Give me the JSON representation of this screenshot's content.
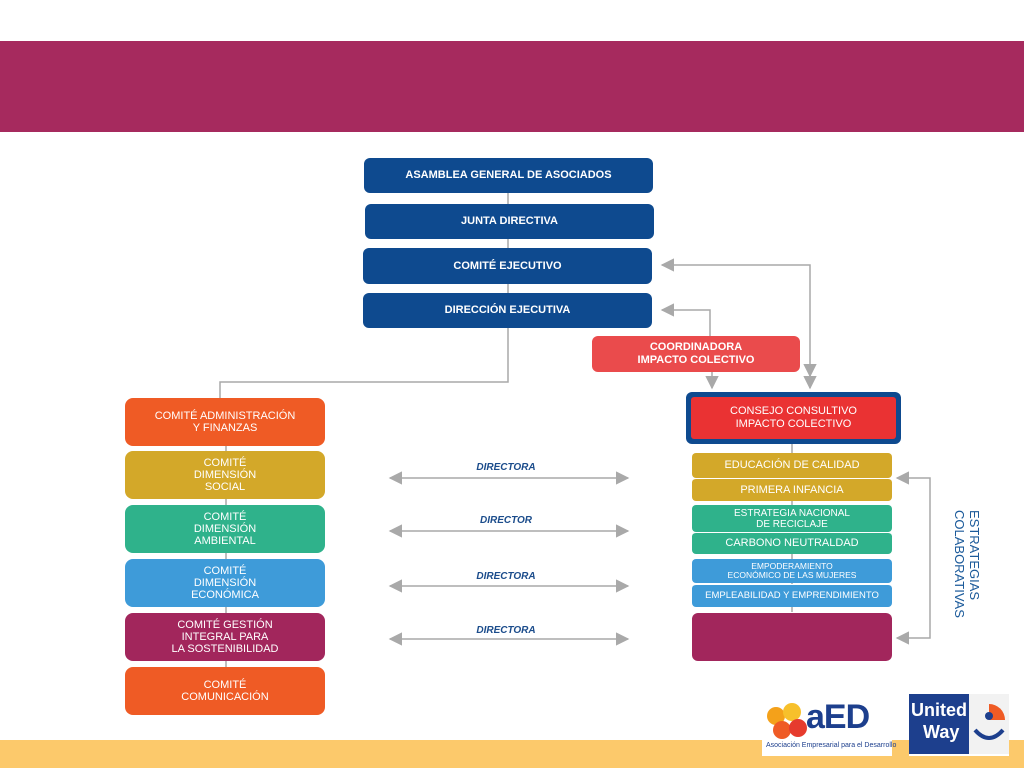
{
  "colors": {
    "banner": "#a62a5e",
    "footer": "#fcc96b",
    "governance_blue": "#0e4a8f",
    "orange": "#ef5b25",
    "mustard": "#d3a829",
    "teal": "#2fb28b",
    "sky": "#3e9bd9",
    "plum": "#a2265c",
    "red": "#ea3233",
    "connector_gray": "#a9a9a9"
  },
  "governance": {
    "asamblea": "ASAMBLEA GENERAL DE ASOCIADOS",
    "junta": "JUNTA DIRECTIVA",
    "comite_ejecutivo": "COMITÉ EJECUTIVO",
    "direccion": "DIRECCIÓN EJECUTIVA"
  },
  "coordinadora": "COORDINADORA\nIMPACTO COLECTIVO",
  "consejo": "CONSEJO CONSULTIVO\nIMPACTO COLECTIVO",
  "committees": [
    "COMITÉ ADMINISTRACIÓN\nY FINANZAS",
    "COMITÉ\nDIMENSIÓN\nSOCIAL",
    "COMITÉ\nDIMENSIÓN\nAMBIENTAL",
    "COMITÉ\nDIMENSIÓN\nECONÓMICA",
    "COMITÉ GESTIÓN\nINTEGRAL PARA\nLA SOSTENIBILIDAD",
    "COMITÉ\nCOMUNICACIÓN"
  ],
  "relations": [
    "DIRECTORA",
    "DIRECTOR",
    "DIRECTORA",
    "DIRECTORA"
  ],
  "strategies": [
    "EDUCACIÓN DE CALIDAD",
    "PRIMERA INFANCIA",
    "ESTRATEGIA NACIONAL\nDE RECICLAJE",
    "CARBONO NEUTRALDAD",
    "EMPODERAMIENTO\nECONÓMICO DE LAS MUJERES",
    "EMPLEABILIDAD Y EMPRENDIMIENTO",
    ""
  ],
  "strategies_label": "ESTRATEGIAS\nCOLABORATIVAS",
  "logos": {
    "aed_mark": "aED",
    "aed_caption": "Asociación Empresarial para el Desarrollo",
    "uw_line1": "United",
    "uw_line2": "Way"
  }
}
